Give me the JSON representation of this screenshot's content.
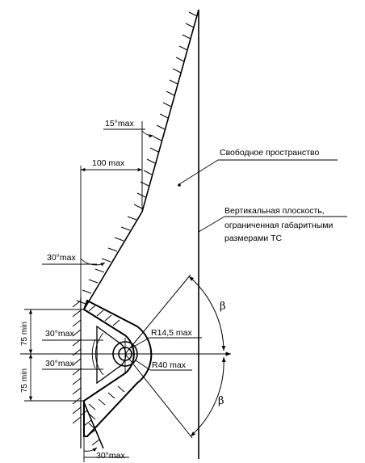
{
  "labels": {
    "free_space": "Свободное пространство",
    "vertical_plane_line1": "Вертикальная плоскость,",
    "vertical_plane_line2": "ограниченная габаритными",
    "vertical_plane_line3": "размерами ТС",
    "angle_top": "15°max",
    "width_top": "100 max",
    "angle_mid": "30°max",
    "angle_upper_arm": "30°max",
    "angle_lower_arm": "30°max",
    "angle_bottom": "30°max",
    "dim_upper": "75 min",
    "dim_lower": "75 min",
    "radius_small": "R14,5 max",
    "radius_large": "R40 max",
    "beta_upper": "β",
    "beta_lower": "β"
  }
}
